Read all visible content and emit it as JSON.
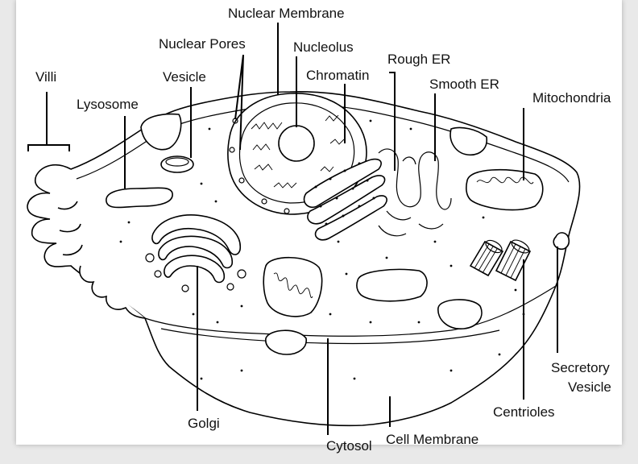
{
  "labels": {
    "nuclear_membrane": "Nuclear Membrane",
    "nuclear_pores": "Nuclear Pores",
    "nucleolus": "Nucleolus",
    "rough_er": "Rough ER",
    "villi": "Villi",
    "vesicle": "Vesicle",
    "chromatin": "Chromatin",
    "smooth_er": "Smooth ER",
    "lysosome": "Lysosome",
    "mitochondria": "Mitochondria",
    "secretory_vesicle_line1": "Secretory",
    "secretory_vesicle_line2": "Vesicle",
    "centrioles": "Centrioles",
    "golgi": "Golgi",
    "cytosol": "Cytosol",
    "cell_membrane": "Cell Membrane"
  },
  "colors": {
    "ink": "#000000",
    "paper": "#ffffff",
    "background": "#e9e9e9"
  }
}
